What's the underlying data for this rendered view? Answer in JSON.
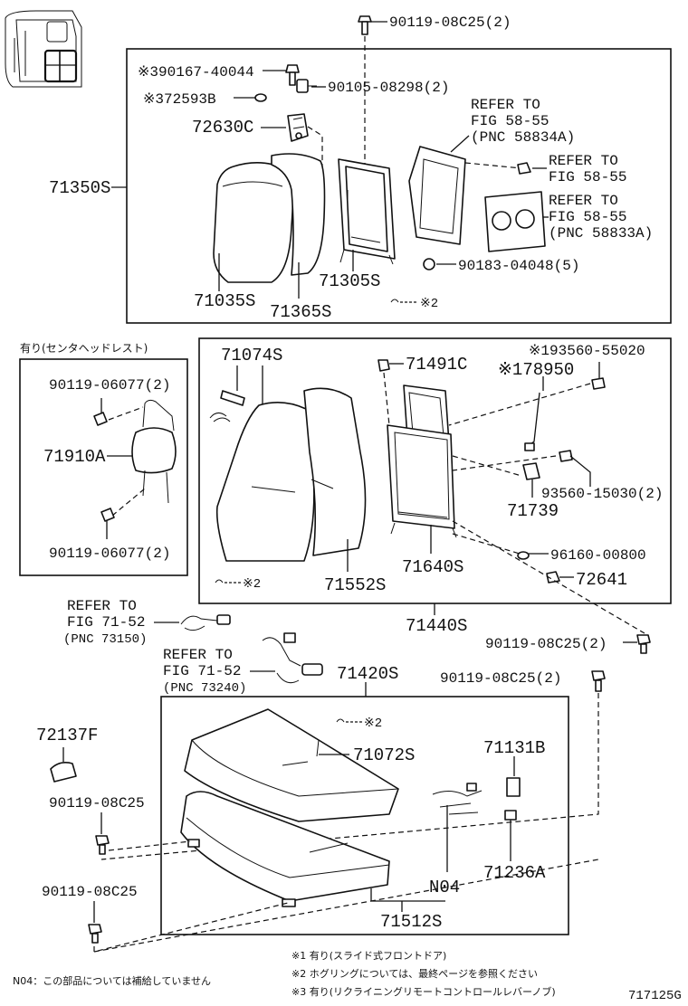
{
  "top_group": {
    "part_number": "71350S",
    "labels": {
      "bolt_top": "90119-08C25(2)",
      "screw_a": "※390167-40044",
      "nut_a": "90105-08298(2)",
      "clip_a": "※372593B",
      "hinge": "72630C",
      "refer_1_line1": "REFER TO",
      "refer_1_line2": "FIG 58-55",
      "refer_1_line3": "(PNC 58834A)",
      "refer_2_line1": "REFER TO",
      "refer_2_line2": "FIG 58-55",
      "refer_3_line1": "REFER TO",
      "refer_3_line2": "FIG 58-55",
      "refer_3_line3": "(PNC 58833A)",
      "nut_b": "90183-04048(5)",
      "pad": "71035S",
      "cover": "71365S",
      "frame": "71305S",
      "hog_ring": "※2"
    }
  },
  "headrest_group": {
    "title": "有り(センタヘッドレスト)",
    "bolt_upper": "90119-06077(2)",
    "headrest": "71910A",
    "bolt_lower": "90119-06077(2)"
  },
  "back_group": {
    "part_number": "71440S",
    "labels": {
      "cover_set": "71074S",
      "clip": "71491C",
      "screw_c": "※193560-55020",
      "rod": "※178950",
      "screw_d": "93560-15030(2)",
      "knob": "71739",
      "pad": "71552S",
      "frame": "71640S",
      "washer": "96160-00800",
      "pin": "72641",
      "hog_ring": "※2"
    }
  },
  "harness_refs": {
    "refer_a_line1": "REFER TO",
    "refer_a_line2": "FIG 71-52",
    "refer_a_line3": "(PNC 73150)",
    "refer_b_line1": "REFER TO",
    "refer_b_line2": "FIG 71-52",
    "refer_b_line3": "(PNC 73240)",
    "bolt_right": "90119-08C25(2)"
  },
  "cushion_group": {
    "part_number": "71420S",
    "bolt_right": "90119-08C25(2)",
    "cover": "71072S",
    "switch": "71131B",
    "clip": "71236A",
    "note_ref": "N04",
    "pad": "71512S",
    "hog_ring": "※2"
  },
  "left_parts": {
    "cap": "72137F",
    "bolt_1": "90119-08C25",
    "bolt_2": "90119-08C25"
  },
  "footnotes": {
    "note_1": "※1 有り(スライド式フロントドア)",
    "note_2": "※2 ホグリングについては、最終ページを参照ください",
    "note_3": "※3 有り(リクライニングリモートコントロールレバーノブ)",
    "n04": "N04：この部品については補給していません",
    "figure_id": "717125G"
  }
}
